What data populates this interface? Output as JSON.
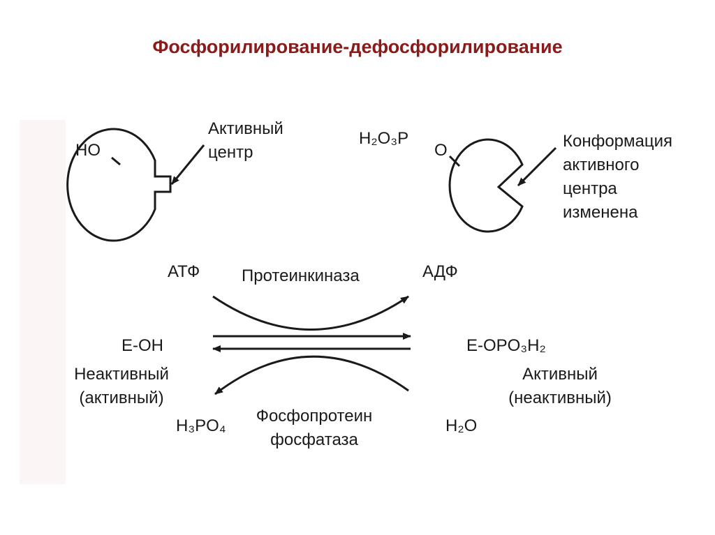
{
  "title": "Фосфорилирование-дефосфорилирование",
  "colors": {
    "title": "#8b1a1a",
    "ink": "#1a1a1a",
    "strip": "#fbf5f6"
  },
  "enzyme_inactive": {
    "group": "HO",
    "pointer_label_line1": "Активный",
    "pointer_label_line2": "центр"
  },
  "enzyme_active": {
    "group": "H₂O₃P",
    "linker": "O",
    "pointer_label_line1": "Конформация",
    "pointer_label_line2": "активного",
    "pointer_label_line3": "центра",
    "pointer_label_line4": "изменена"
  },
  "reaction": {
    "cosubstrate_in": "АТФ",
    "kinase": "Протеинкиназа",
    "cosubstrate_out": "АДФ",
    "left_species": "E-OH",
    "left_state_line1": "Неактивный",
    "left_state_line2": "(активный)",
    "right_species": "E-OPO₃H₂",
    "right_state_line1": "Активный",
    "right_state_line2": "(неактивный)",
    "phosphate_out": "H₃PO₄",
    "phosphatase_line1": "Фосфопротеин",
    "phosphatase_line2": "фосфатаза",
    "water_in": "H₂O"
  }
}
